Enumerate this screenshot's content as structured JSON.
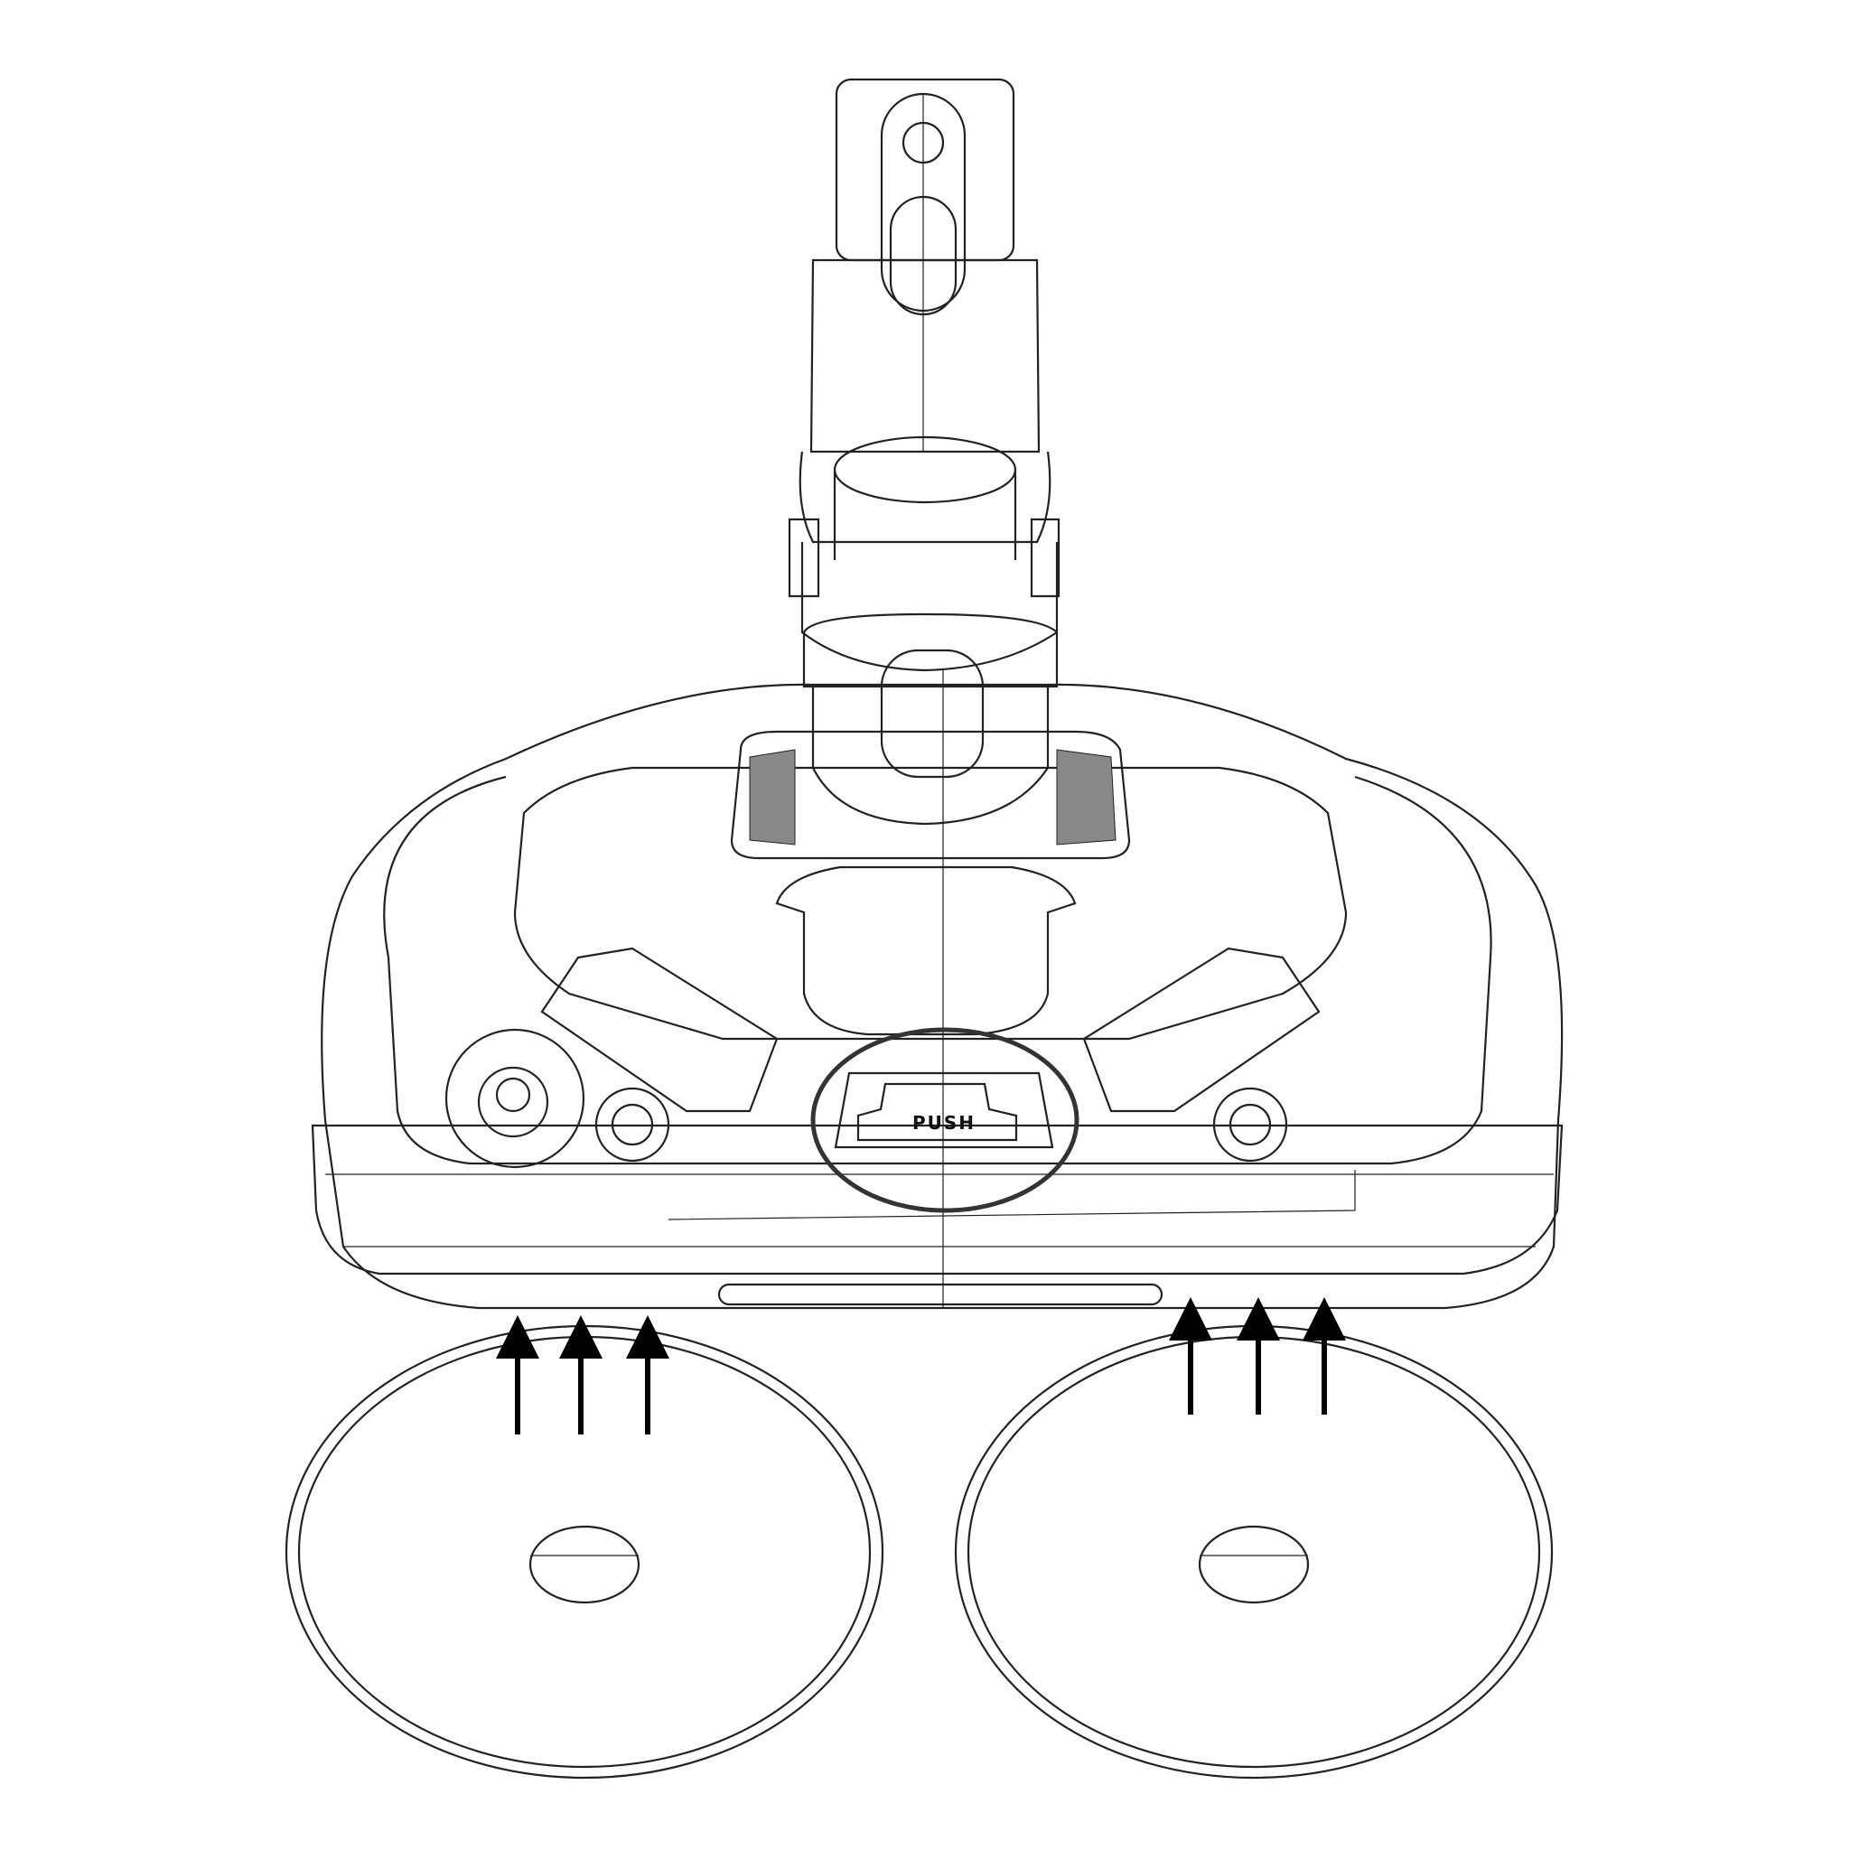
{
  "diagram": {
    "release_button_label": "PUSH",
    "highlight_target": "release-button",
    "arrow_direction": "up",
    "pad_count": 2,
    "arrows_per_pad": 3,
    "colors": {
      "line": "#222222",
      "highlight": "#333333",
      "background": "#ffffff"
    }
  }
}
